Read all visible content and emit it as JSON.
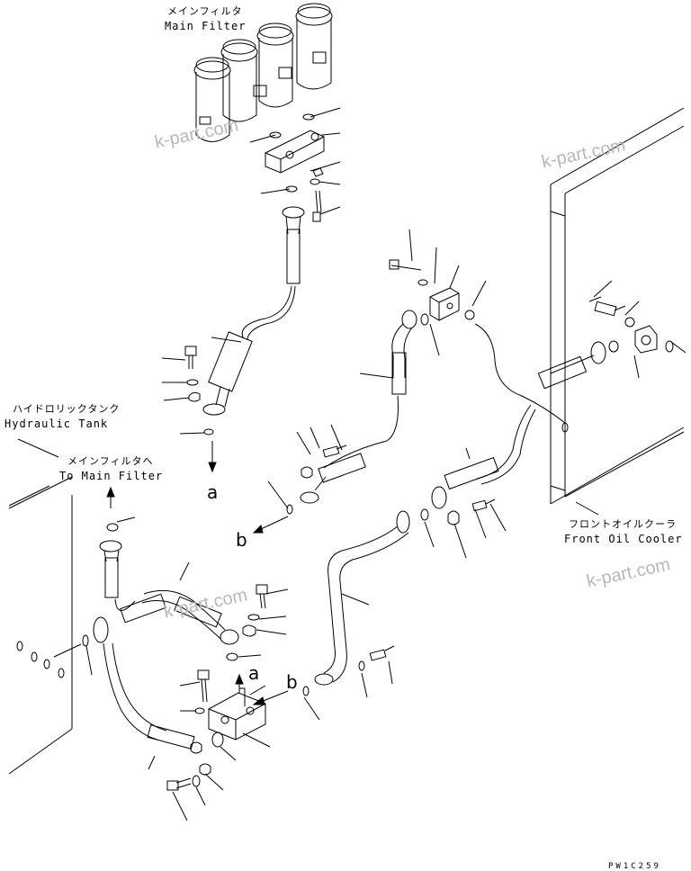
{
  "labels": {
    "main_filter_jp": "メインフィルタ",
    "main_filter_en": "Main Filter",
    "hydraulic_tank_jp": "ハイドロリックタンク",
    "hydraulic_tank_en": "Hydraulic Tank",
    "to_main_filter_jp": "メインフィルタへ",
    "to_main_filter_en": "To Main Filter",
    "front_oil_cooler_jp": "フロントオイルクーラ",
    "front_oil_cooler_en": "Front Oil Cooler"
  },
  "markers": {
    "a_lower": "a",
    "b_left": "b",
    "a_upper": "a",
    "b_right": "b"
  },
  "watermarks": [
    "k-part.com",
    "k-part.com",
    "k-part.com",
    "k-part.com"
  ],
  "drawing_code": "PW1C259"
}
